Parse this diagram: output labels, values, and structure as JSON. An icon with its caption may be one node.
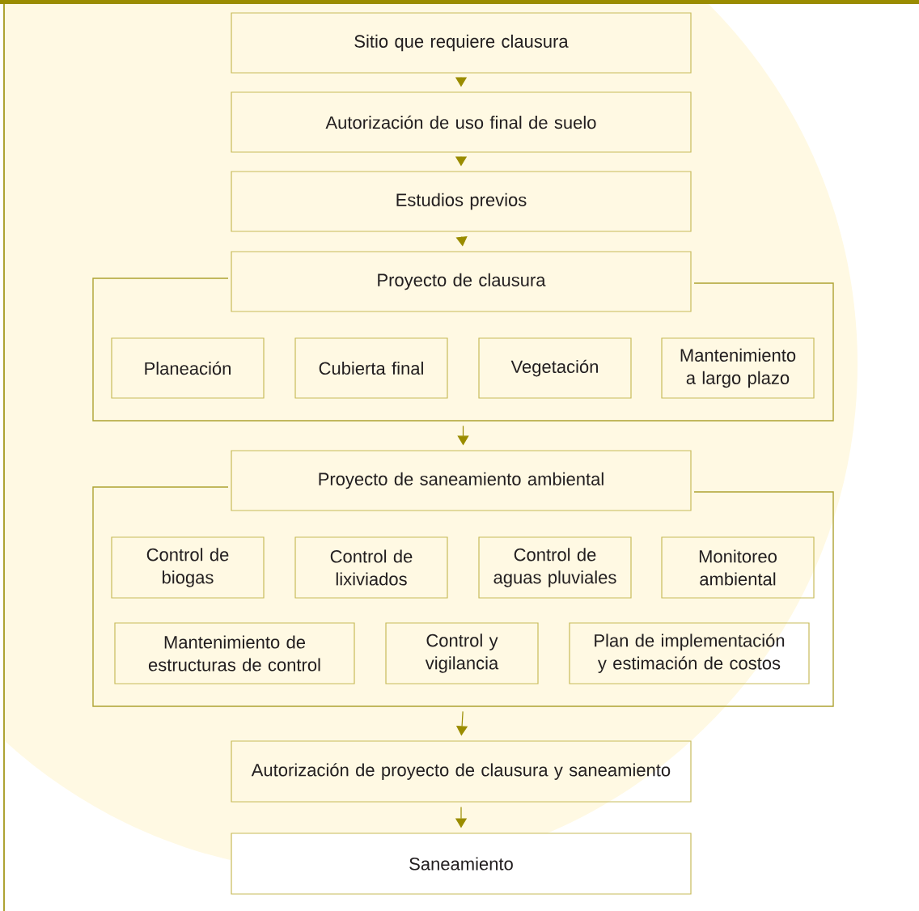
{
  "diagram": {
    "nodes": [
      {
        "text": [
          "Sitio que requiere clausura"
        ]
      },
      {
        "text": [
          "Autorización de uso final de suelo"
        ]
      },
      {
        "text": [
          "Estudios previos"
        ]
      },
      {
        "text": [
          "Proyecto de clausura"
        ]
      },
      {
        "text": [
          "Planeación"
        ],
        "in": 3
      },
      {
        "text": [
          "Cubierta final"
        ],
        "in": 3
      },
      {
        "text": [
          "Vegetación"
        ],
        "in": 3
      },
      {
        "text": [
          "Mantenimiento a largo plazo"
        ],
        "in": 3
      },
      {
        "text": [
          "Proyecto de saneamiento ambiental"
        ]
      },
      {
        "text": [
          "Control de biogas"
        ],
        "in": 8
      },
      {
        "text": [
          "Control de lixiviados"
        ],
        "in": 8
      },
      {
        "text": [
          "Control de aguas pluviales"
        ],
        "in": 8
      },
      {
        "text": [
          "Monitoreo ambiental"
        ],
        "in": 8
      },
      {
        "text": [
          "Mantenimiento de estructuras de control"
        ],
        "in": 8
      },
      {
        "text": [
          "Control y vigilancia"
        ],
        "in": 8
      },
      {
        "text": [
          "Plan de implementación y estimación de costos"
        ],
        "in": 8
      },
      {
        "text": [
          "Autorización de proyecto de clausura y saneamiento"
        ]
      },
      {
        "text": [
          "Saneamiento"
        ]
      }
    ],
    "edges": [
      {
        "from": 0,
        "to": 1,
        "arrow": "to"
      },
      {
        "from": 1,
        "to": 2,
        "arrow": "to"
      },
      {
        "from": 2,
        "to": 3,
        "arrow": "to"
      },
      {
        "from": 3,
        "to": 8,
        "arrow": "to"
      },
      {
        "from": 8,
        "to": 16,
        "arrow": "to"
      },
      {
        "from": 16,
        "to": 17,
        "arrow": "to"
      }
    ]
  }
}
